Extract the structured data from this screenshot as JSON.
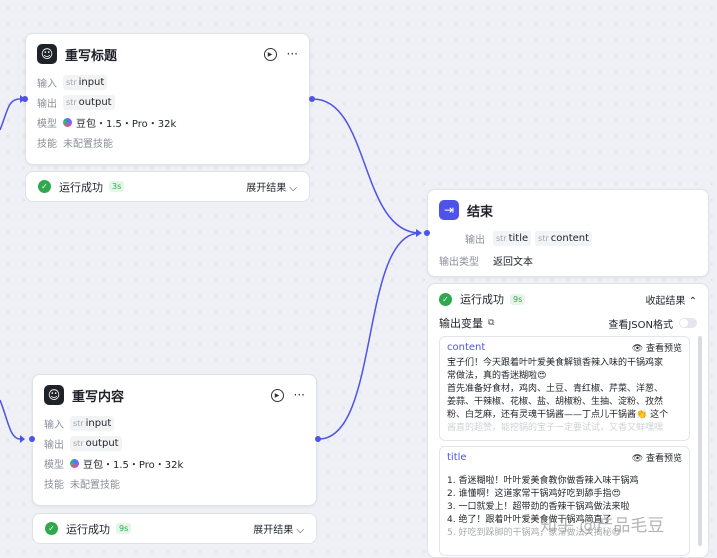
{
  "node_rewrite_title": {
    "title": "重写标题",
    "input_label": "输入",
    "input_type": "str",
    "input_value": "input",
    "output_label": "输出",
    "output_type": "str",
    "output_value": "output",
    "model_label": "模型",
    "model_value": "豆包・1.5・Pro・32k",
    "skill_label": "技能",
    "skill_value": "未配置技能",
    "more": "···"
  },
  "status_title": {
    "text": "运行成功",
    "duration": "3s",
    "expand": "展开结果 ⌵"
  },
  "node_rewrite_content": {
    "title": "重写内容",
    "input_label": "输入",
    "input_type": "str",
    "input_value": "input",
    "output_label": "输出",
    "output_type": "str",
    "output_value": "output",
    "model_label": "模型",
    "model_value": "豆包・1.5・Pro・32k",
    "skill_label": "技能",
    "skill_value": "未配置技能",
    "more": "···"
  },
  "status_content": {
    "text": "运行成功",
    "duration": "9s",
    "expand": "展开结果 ⌵"
  },
  "node_end": {
    "title": "结束",
    "output_label": "输出",
    "out1_type": "str",
    "out1_value": "title",
    "out2_type": "str",
    "out2_value": "content",
    "output_type_label": "输出类型",
    "output_type_value": "返回文本"
  },
  "end_result": {
    "status_text": "运行成功",
    "duration": "9s",
    "collapse": "收起结果 ⌃",
    "output_vars_label": "输出变量",
    "json_toggle_label": "查看JSON格式",
    "content_var": {
      "name": "content",
      "preview": "查看预览",
      "lines": [
        "宝子们！今天跟着叶叶爱美食解锁香辣入味的干锅鸡家",
        "常做法，真的香迷糊啦😍",
        "首先准备好食材，鸡肉、土豆、青红椒、芹菜、洋葱、",
        "姜蒜、干辣椒、花椒、盐、胡椒粉、生抽、淀粉、孜然",
        "粉、白芝麻，还有灵魂干锅酱——丁点儿干锅酱👏 这个"
      ],
      "faded_line": "酱直的超赞，能挖锅的宝子一定要试试，又香又鲜嘿嘿"
    },
    "title_var": {
      "name": "title",
      "preview": "查看预览",
      "lines": [
        "1. 香迷糊啦！叶叶爱美食教你做香辣入味干锅鸡",
        "2. 谁懂啊！这道家常干锅鸡好吃到舔手指😍",
        "3. 一口就爱上！超带劲的香辣干锅鸡做法来啦",
        "4. 绝了！跟着叶叶爱美食做干锅鸡简直了",
        "5. 好吃到跺脚的干锅鸡，家常做法大揭秘😋"
      ]
    }
  },
  "watermark": "知乎 @产品毛豆"
}
